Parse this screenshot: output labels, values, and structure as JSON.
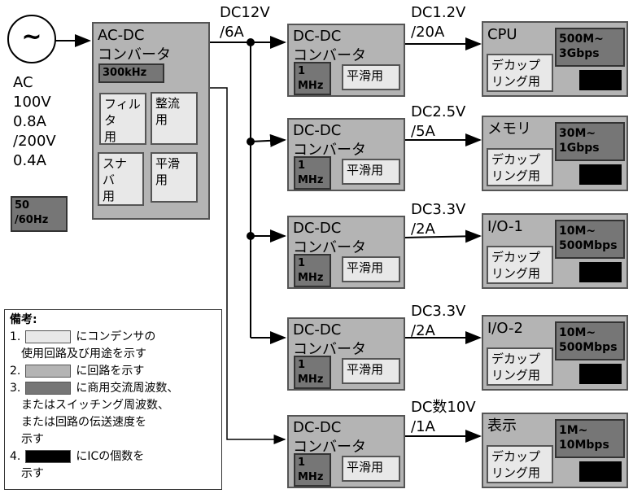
{
  "source": {
    "symbol": "~",
    "lines": [
      "AC",
      "100V",
      "0.8A",
      "/200V",
      "0.4A"
    ],
    "freq": "50\n/60Hz"
  },
  "acdc": {
    "title1": "AC-DC",
    "title2": "コンバータ",
    "freq": "300kHz",
    "caps": [
      "フィル\nタ\n用",
      "整流\n用",
      "スナ\nバ\n用",
      "平滑\n用"
    ],
    "out1": "DC12V",
    "out2": "/6A"
  },
  "rows": [
    {
      "conv1": "DC-DC",
      "conv2": "コンバータ",
      "freq": "1\nMHz",
      "cap": "平滑用",
      "v": "DC1.2V",
      "i": "/20A",
      "load": "CPU",
      "speed": "500M~\n3Gbps",
      "decap": "デカップ\nリング用"
    },
    {
      "conv1": "DC-DC",
      "conv2": "コンバータ",
      "freq": "1\nMHz",
      "cap": "平滑用",
      "v": "DC2.5V",
      "i": "/5A",
      "load": "メモリ",
      "speed": "30M~\n1Gbps",
      "decap": "デカップ\nリング用"
    },
    {
      "conv1": "DC-DC",
      "conv2": "コンバータ",
      "freq": "1\nMHz",
      "cap": "平滑用",
      "v": "DC3.3V",
      "i": "/2A",
      "load": "I/O-1",
      "speed": "10M~\n500Mbps",
      "decap": "デカップ\nリング用"
    },
    {
      "conv1": "DC-DC",
      "conv2": "コンバータ",
      "freq": "1\nMHz",
      "cap": "平滑用",
      "v": "DC3.3V",
      "i": "/2A",
      "load": "I/O-2",
      "speed": "10M~\n500Mbps",
      "decap": "デカップ\nリング用"
    },
    {
      "conv1": "DC-DC",
      "conv2": "コンバータ",
      "freq": "1\nMHz",
      "cap": "平滑用",
      "v": "DC数10V",
      "i": "/1A",
      "load": "表示",
      "speed": "1M~\n10Mbps",
      "decap": "デカップ\nリング用"
    }
  ],
  "legend": {
    "title": "備考:",
    "items": [
      {
        "num": "1.",
        "text": "にコンデンサの",
        "cont": "使用回路及び用途を示す",
        "color": "#e8e8e8"
      },
      {
        "num": "2.",
        "text": "に回路を示す",
        "cont": "",
        "color": "#b4b4b4"
      },
      {
        "num": "3.",
        "text": "に商用交流周波数、",
        "cont": "またはスイッチング周波数、\nまたは回路の伝送速度を\n示す",
        "color": "#767676"
      },
      {
        "num": "4.",
        "text": "にICの個数を",
        "cont": "示す",
        "color": "#000000"
      }
    ]
  }
}
